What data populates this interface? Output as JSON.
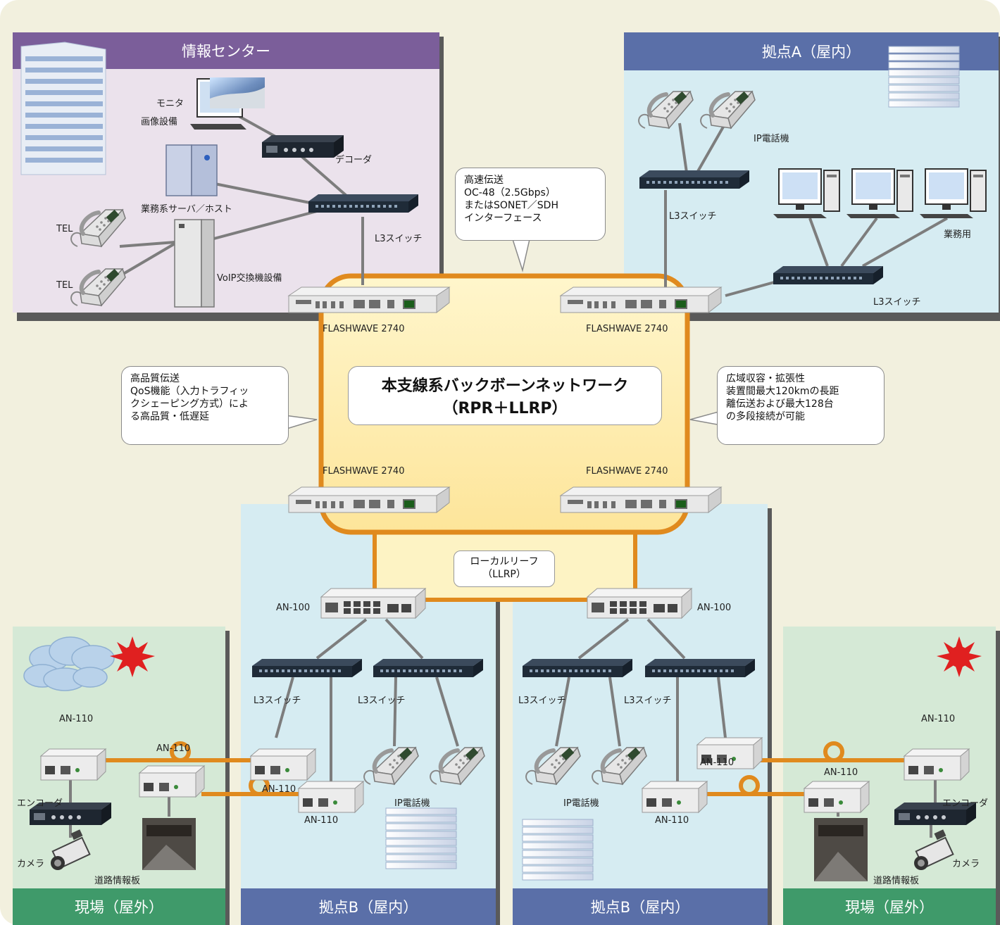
{
  "zones": {
    "info_center": "情報センター",
    "site_a": "拠点A（屋内）",
    "site_b_left": "拠点B（屋内）",
    "site_b_right": "拠点B（屋内）",
    "field_left": "現場（屋外）",
    "field_right": "現場（屋外）"
  },
  "core": {
    "line1": "本支線系バックボーンネットワーク",
    "line2": "（RPR＋LLRP）"
  },
  "leaf": {
    "line1": "ローカルリーフ",
    "line2": "（LLRP）"
  },
  "callouts": {
    "speed": [
      "高速伝送",
      "OC-48（2.5Gbps）",
      "またはSONET／SDH",
      "インターフェース"
    ],
    "quality": [
      "高品質伝送",
      "QoS機能（入力トラフィッ",
      "クシェーピング方式）によ",
      "る高品質・低遅延"
    ],
    "scale": [
      "広域収容・拡張性",
      "装置間最大120kmの長距",
      "離伝送および最大128台",
      "の多段接続が可能"
    ]
  },
  "labels": {
    "monitor": "モニタ",
    "imaging": "画像設備",
    "decoder": "デコーダ",
    "server": "業務系サーバ／ホスト",
    "tel": "TEL",
    "voip": "VoIP交換機設備",
    "l3": "L3スイッチ",
    "flashwave": "FLASHWAVE 2740",
    "ip_phone": "IP電話機",
    "business": "業務用",
    "an100": "AN-100",
    "an110": "AN-110",
    "encoder": "エンコーダ",
    "camera": "カメラ",
    "road_board": "道路情報板"
  },
  "colors": {
    "ring": "#e08a1e",
    "core_fill": "#fde9a8",
    "info_header": "#7b5e9a",
    "site_header": "#5a6fa8",
    "field_header": "#3f9a6a"
  }
}
